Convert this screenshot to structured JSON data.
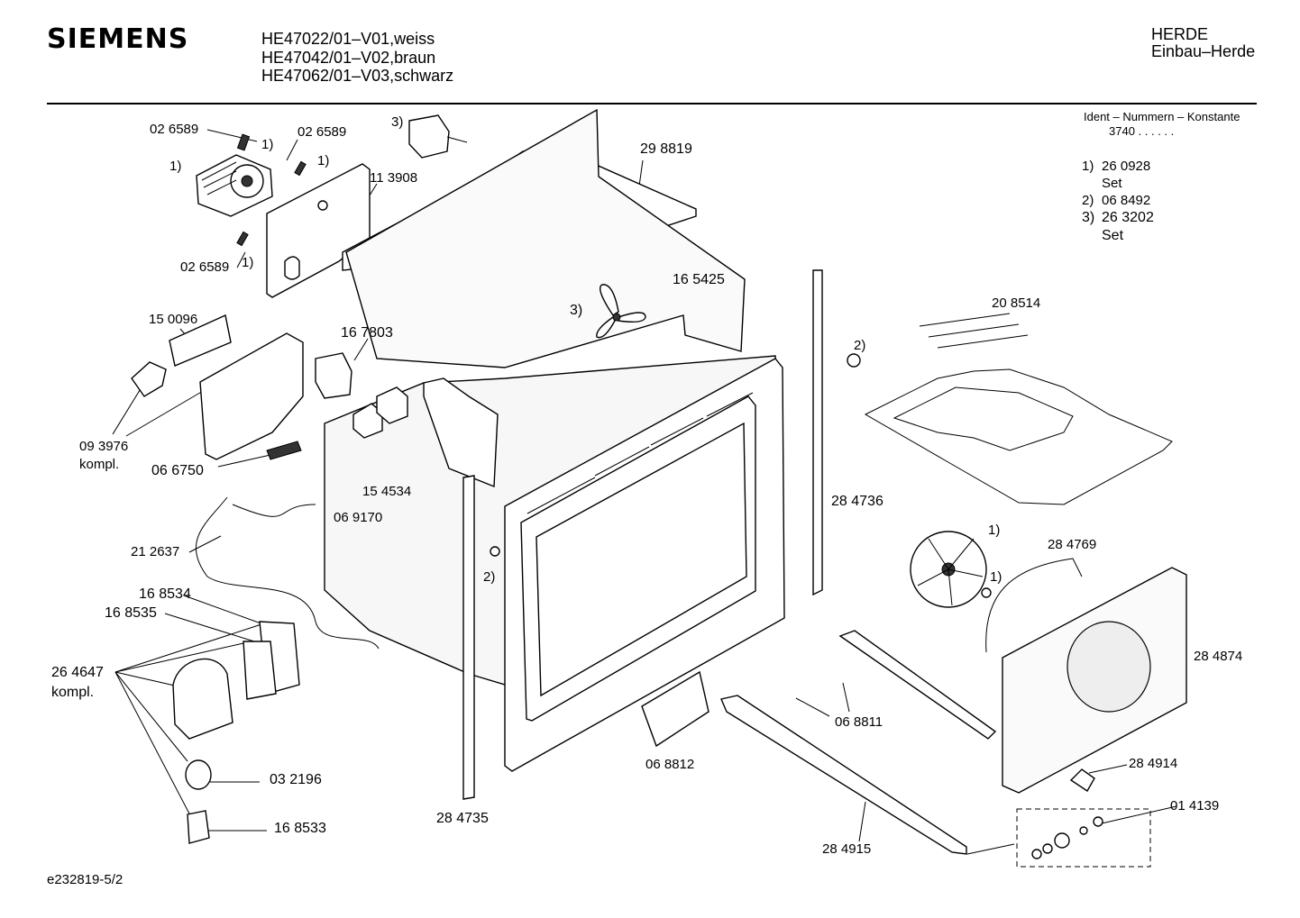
{
  "header": {
    "brand": "SIEMENS",
    "models": [
      "HE47022/01–V01,weiss",
      "HE47042/01–V02,braun",
      "HE47062/01–V03,schwarz"
    ],
    "category": "HERDE",
    "subcategory": "Einbau–Herde"
  },
  "ident": {
    "title": "Ident – Nummern – Konstante",
    "value": "3740  .  .    .  .  .  .",
    "notes": [
      {
        "key": "1)",
        "value": "26 0928",
        "sub": "Set"
      },
      {
        "key": "2)",
        "value": "06 8492",
        "sub": ""
      },
      {
        "key": "3)",
        "value": "26 3202",
        "sub": "Set"
      }
    ]
  },
  "labels": {
    "p026589a": "02 6589",
    "p026589b": "02 6589",
    "p026589c": "02 6589",
    "n1a": "1)",
    "n1b": "1)",
    "n1c": "1)",
    "n1d": "1)",
    "n3a": "3)",
    "p113908": "11 3908",
    "p298819": "29 8819",
    "p165425": "16 5425",
    "n3b": "3)",
    "p150096": "15 0096",
    "p167803": "16 7803",
    "p093976": "09 3976",
    "kompl1": "kompl.",
    "p066750": "06 6750",
    "p154534": "15 4534",
    "p069170": "06 9170",
    "p212637": "21 2637",
    "n2a": "2)",
    "p168534": "16 8534",
    "p168535": "16 8535",
    "p264647": "26 4647",
    "kompl2": "kompl.",
    "p032196": "03 2196",
    "p168533": "16 8533",
    "p284735": "28 4735",
    "p068812": "06 8812",
    "p068811": "06 8811",
    "p284736": "28 4736",
    "n2b": "2)",
    "p208514": "20 8514",
    "p284769": "28 4769",
    "n1e": "1)",
    "n1f": "1)",
    "p284874": "28 4874",
    "p284914": "28 4914",
    "p014139": "01 4139",
    "p284915": "28 4915"
  },
  "footer": {
    "drawing_id": "e232819-5/2"
  }
}
